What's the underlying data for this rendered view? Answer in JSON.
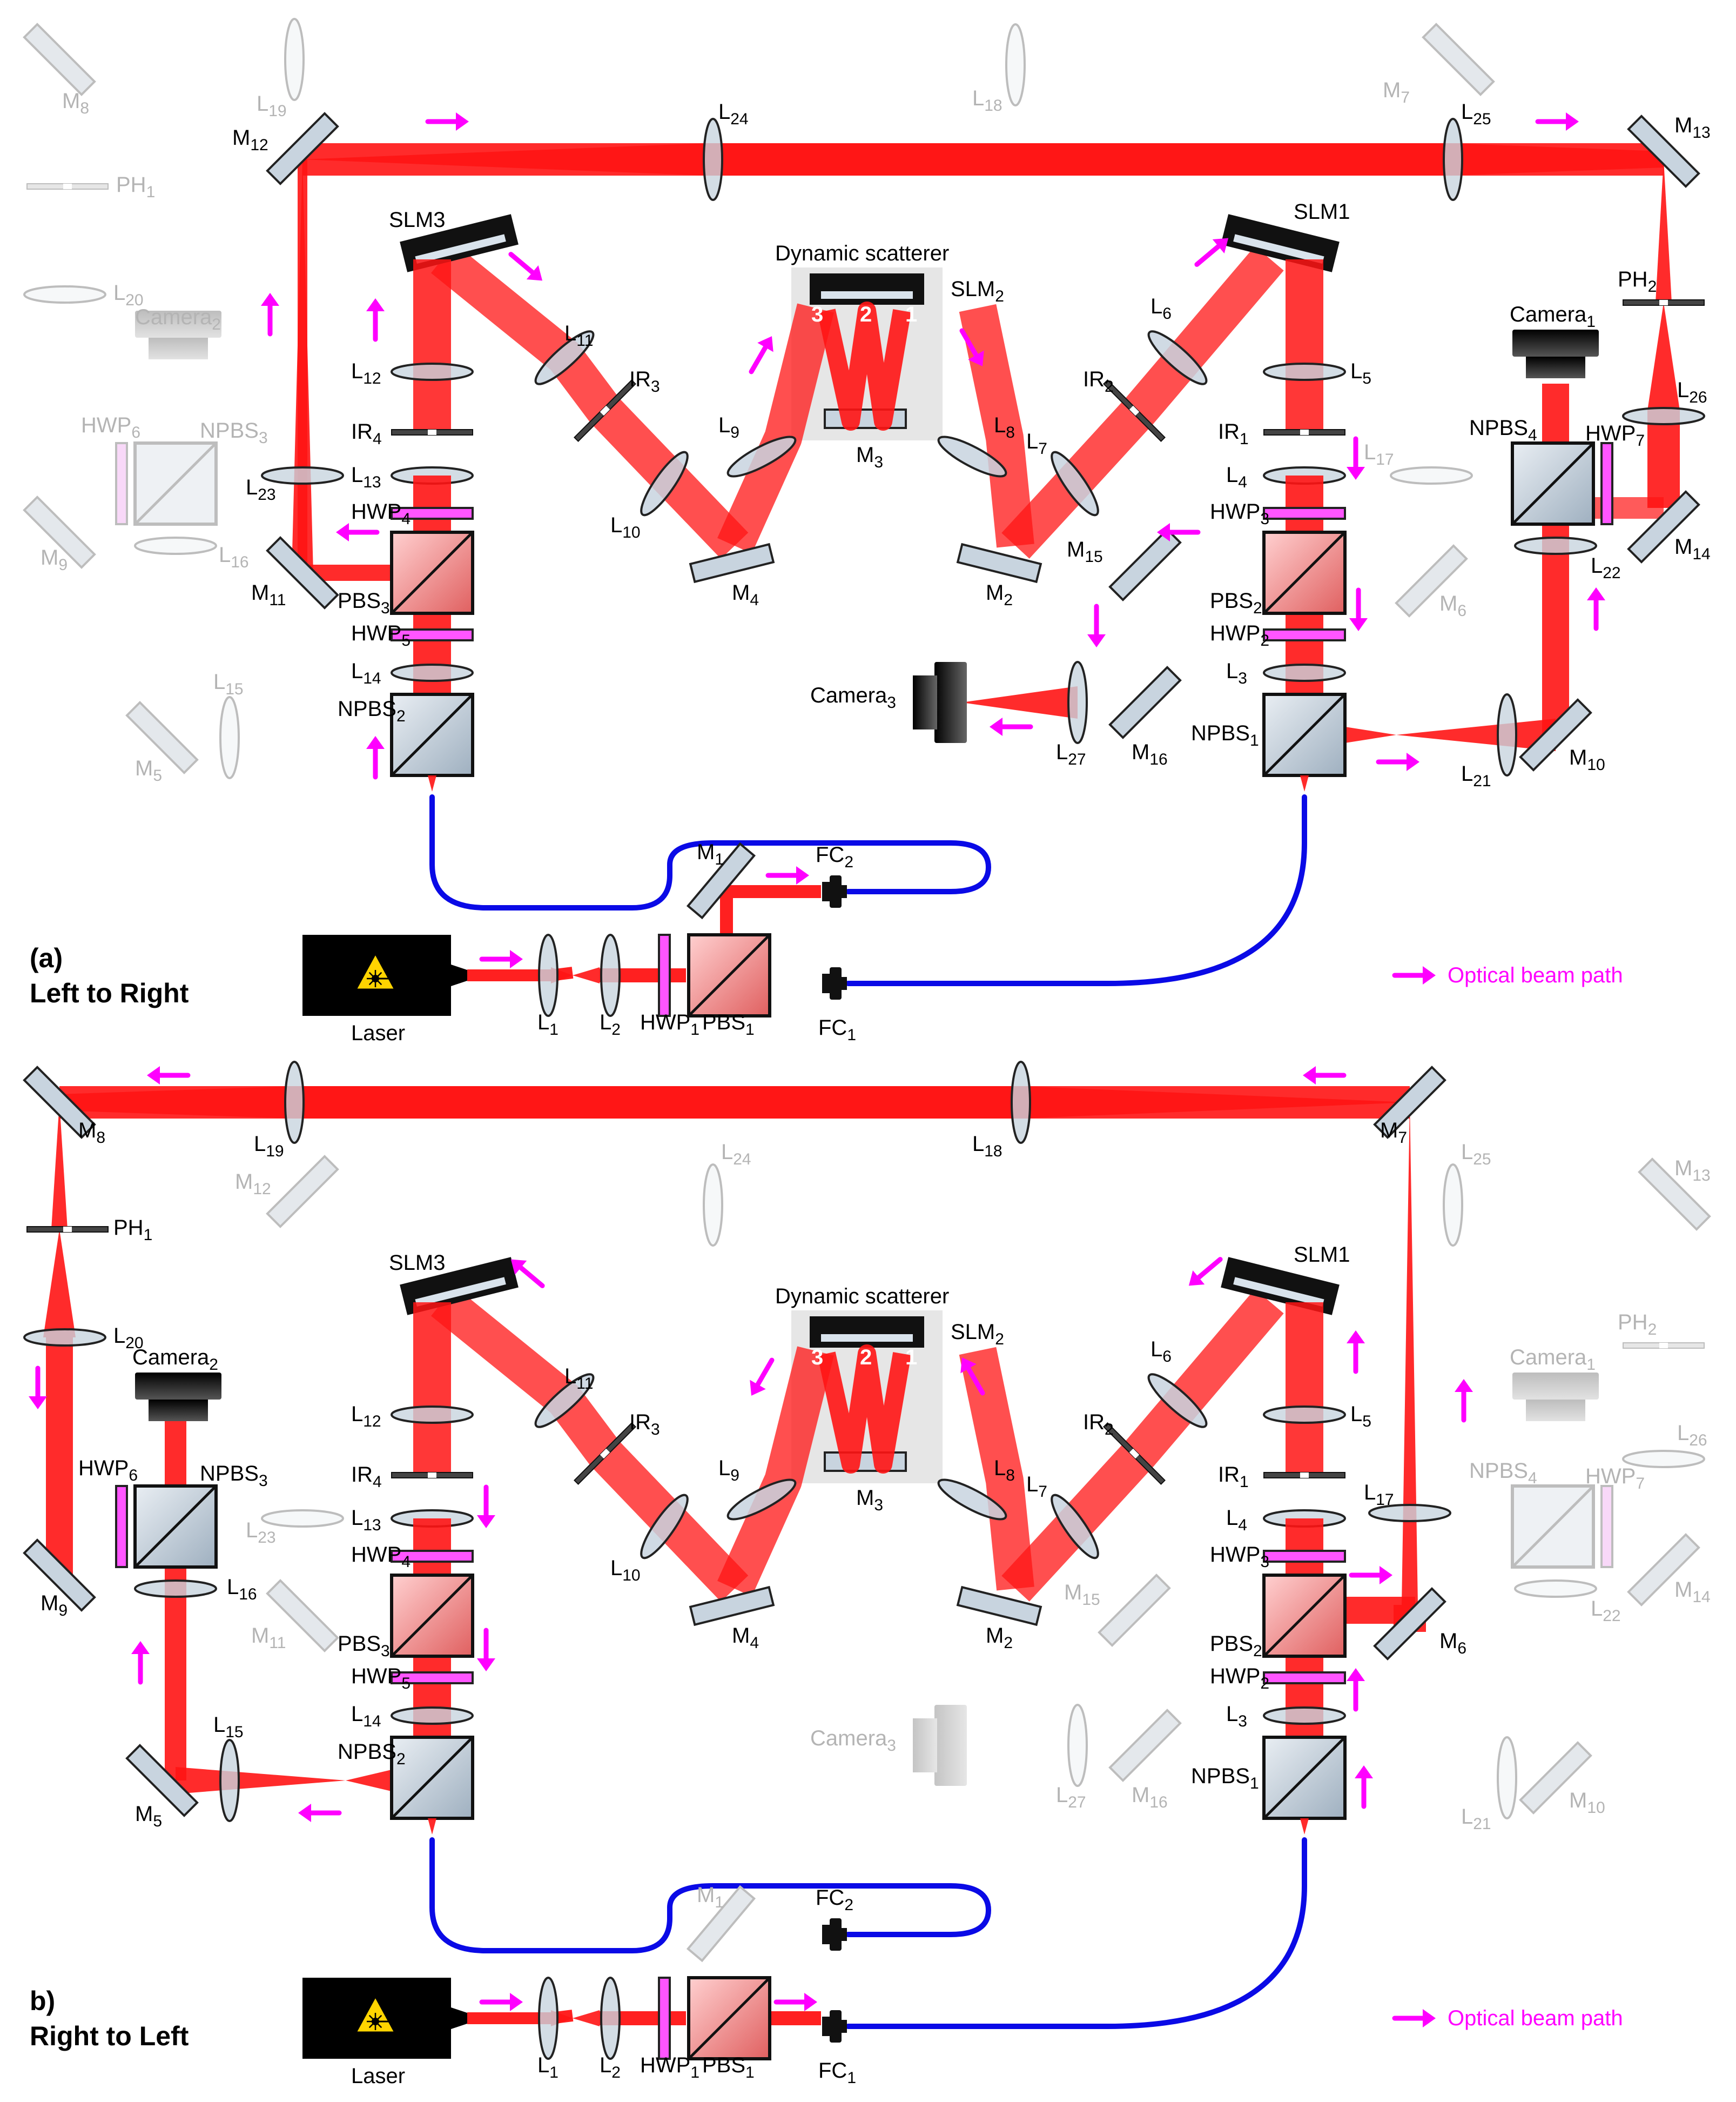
{
  "colors": {
    "beam": "#ff1414",
    "fiber": "#0a0ae6",
    "arrow": "#ff00ff",
    "active": "#111111",
    "inactive": "#bdbdbd",
    "glass": "#c8d4df",
    "waveplate": "#ff55ff"
  },
  "icons": {
    "laser": "laser-warning-icon",
    "arrow": "direction-arrow-icon"
  },
  "legend": {
    "text": "Optical beam path"
  },
  "common": {
    "scatterer_label": "Dynamic scatterer",
    "path_1": "1",
    "path_2": "2",
    "path_3": "3",
    "laser_label": "Laser"
  },
  "panels": [
    {
      "id": "a",
      "tag": "(a)",
      "title": "Left to Right",
      "labels": {
        "M1": "M",
        "M2": "M",
        "M3": "M",
        "M4": "M",
        "M5": "M",
        "M6": "M",
        "M7": "M",
        "M8": "M",
        "M9": "M",
        "M10": "M",
        "M11": "M",
        "M12": "M",
        "M13": "M",
        "M14": "M",
        "M15": "M",
        "M16": "M"
      }
    },
    {
      "id": "b",
      "tag": "b)",
      "title": "Right to Left"
    }
  ]
}
